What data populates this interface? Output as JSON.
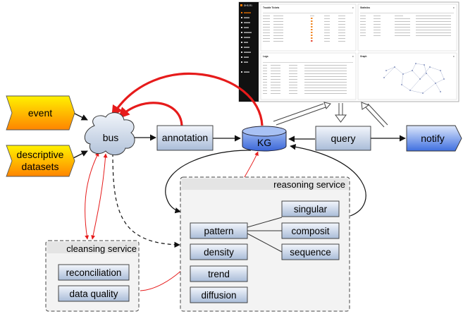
{
  "inputs": {
    "event": "event",
    "descriptive_datasets": [
      "descriptive",
      "datasets"
    ]
  },
  "nodes": {
    "bus": "bus",
    "annotation": "annotation",
    "kg": "KG",
    "query": "query",
    "notify": "notify"
  },
  "reasoning_service": {
    "title": "reasoning service",
    "left_modules": [
      "pattern",
      "density",
      "trend",
      "diffusion"
    ],
    "right_modules": [
      "singular",
      "composit",
      "sequence"
    ]
  },
  "cleansing_service": {
    "title": "cleansing service",
    "modules": [
      "reconciliation",
      "data quality"
    ]
  },
  "dashboard": {
    "logo": "DHS-R1",
    "panels": {
      "tickets": "Trouble Tickets",
      "statistics": "Statistics",
      "logs": "Logs",
      "graph": "Graph"
    }
  },
  "colors": {
    "box_fill_light": "#eef3fb",
    "box_fill_dark": "#aebfd8",
    "kg_fill": "#5a87e8",
    "notify_fill": "#4a78e6",
    "input_fill_top": "#fff000",
    "input_fill_bottom": "#ff8a00",
    "arrow_red": "#e61b1b",
    "service_bg": "#f3f3f3"
  }
}
